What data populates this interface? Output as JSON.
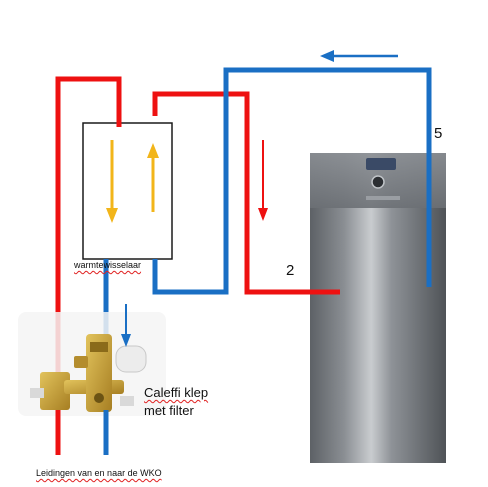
{
  "labels": {
    "heat_exchanger": "warmtewisselaar",
    "point_2": "2",
    "point_5": "5",
    "valve_line1": "Caleffi klep",
    "valve_line2": "met filter",
    "bottom": "Leidingen van en naar de WKO"
  },
  "colors": {
    "hot_pipe": "#ee1111",
    "cold_pipe": "#1a6fc4",
    "flow_arrow_yellow": "#f2b51a",
    "flow_arrow_red": "#ee1111",
    "flow_arrow_blue": "#1a6fc4",
    "tank": "#7d8186",
    "valve_brass": "#c9a23a"
  }
}
